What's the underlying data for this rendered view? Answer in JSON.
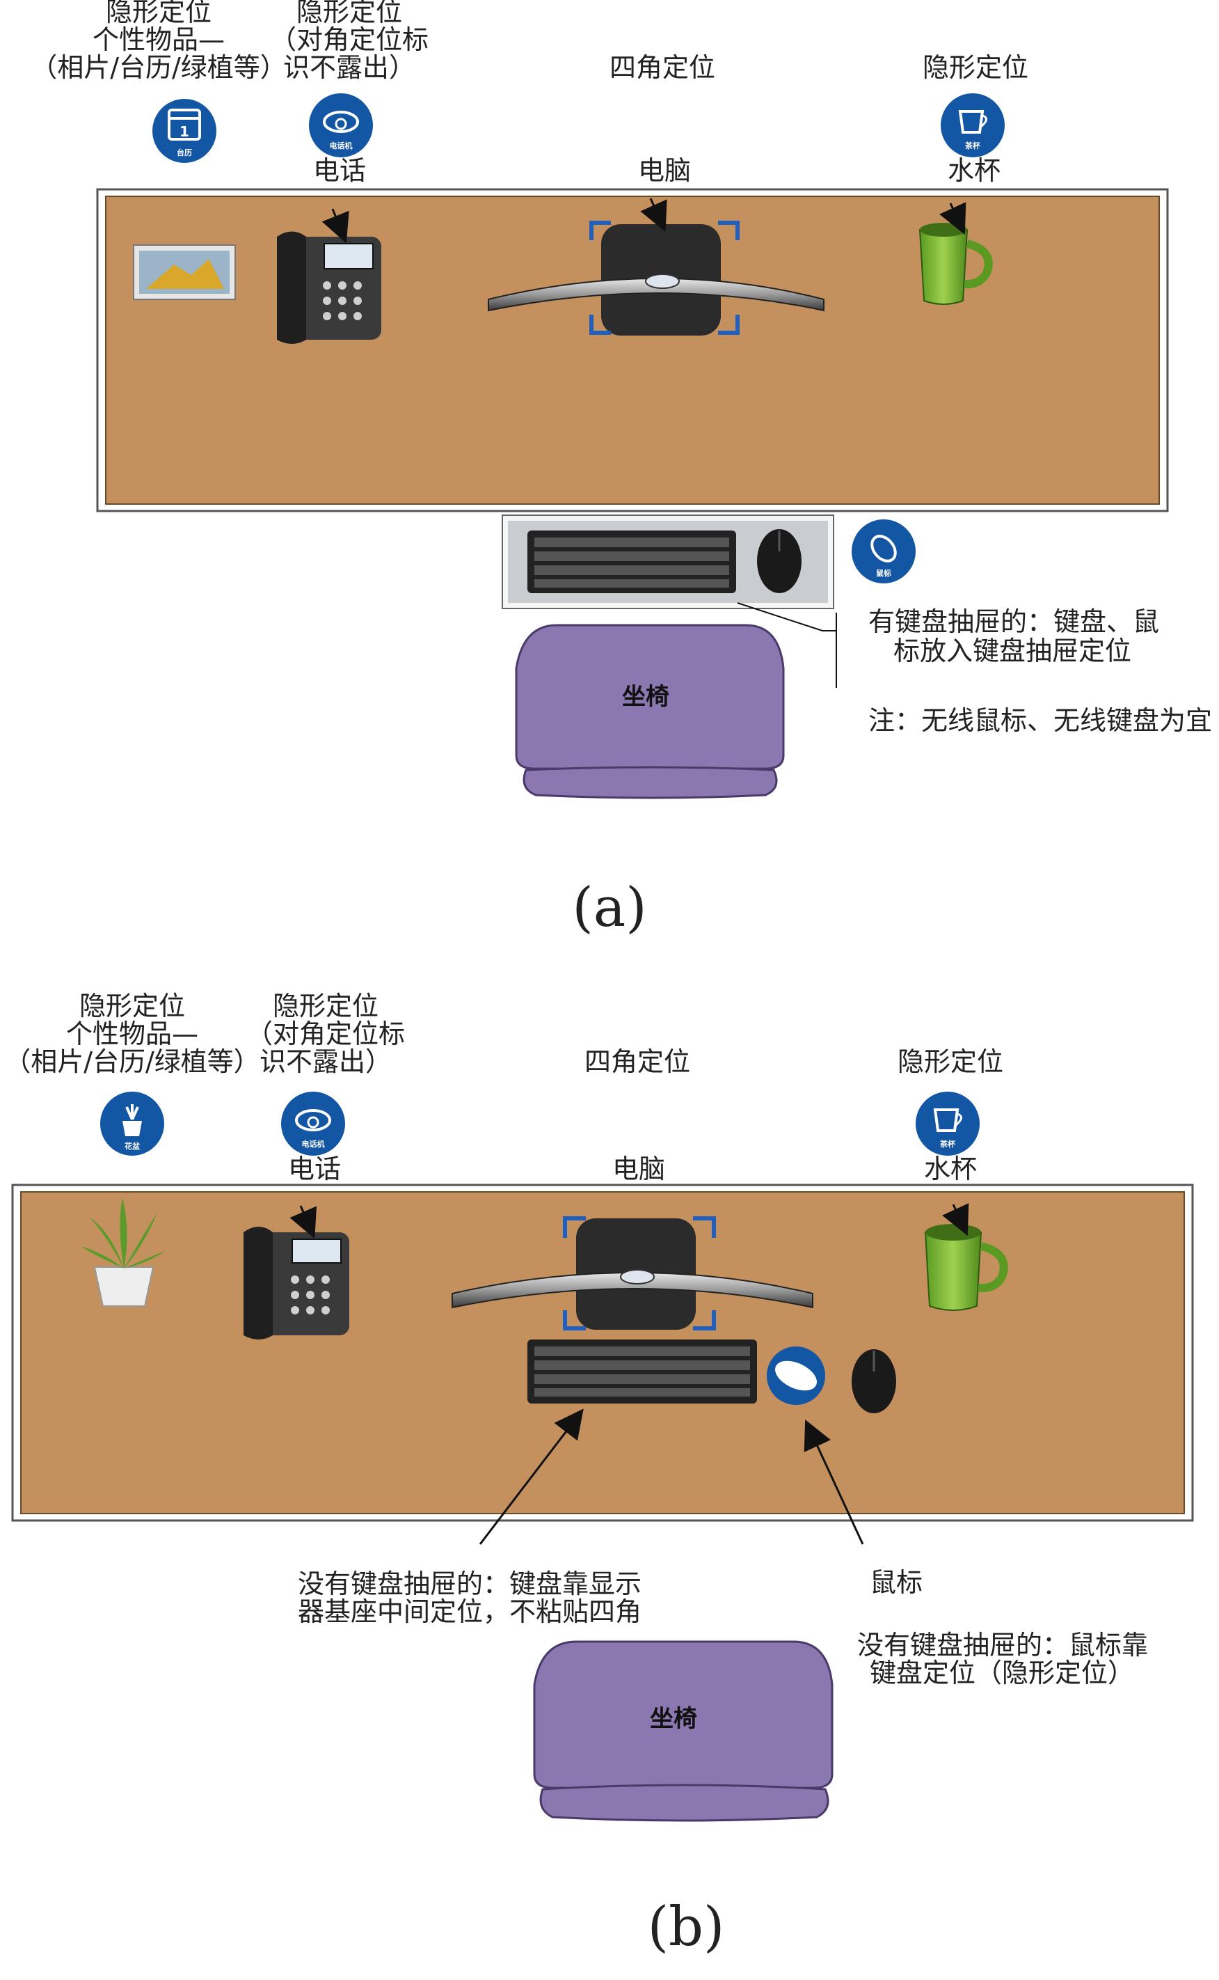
{
  "panel_a": {
    "caption": "(a)",
    "labels": {
      "personal_title": "隐形定位",
      "personal_line2": "个性物品—",
      "personal_line3": "（相片/台历/绿植等）",
      "phone_title": "隐形定位",
      "phone_line2": "（对角定位标",
      "phone_line3": "识不露出）",
      "computer_title": "四角定位",
      "cup_title": "隐形定位",
      "phone_name": "电话",
      "computer_name": "电脑",
      "cup_name": "水杯",
      "drawer_note_1": "有键盘抽屉的：键盘、鼠",
      "drawer_note_2": "标放入键盘抽屉定位",
      "wireless_note": "注：无线鼠标、无线键盘为宜",
      "chair": "坐椅"
    },
    "badges": {
      "calendar": "台历",
      "phone": "电话机",
      "cup": "茶杯",
      "mouse": "鼠标"
    }
  },
  "panel_b": {
    "caption": "(b)",
    "labels": {
      "personal_title": "隐形定位",
      "personal_line2": "个性物品—",
      "personal_line3": "（相片/台历/绿植等）",
      "phone_title": "隐形定位",
      "phone_line2": "（对角定位标",
      "phone_line3": "识不露出）",
      "computer_title": "四角定位",
      "cup_title": "隐形定位",
      "phone_name": "电话",
      "computer_name": "电脑",
      "cup_name": "水杯",
      "keyboard_note_1": "没有键盘抽屉的：键盘靠显示",
      "keyboard_note_2": "器基座中间定位，不粘贴四角",
      "mouse_name": "鼠标",
      "mouse_note_1": "没有键盘抽屉的：鼠标靠",
      "mouse_note_2": "键盘定位（隐形定位）",
      "chair": "坐椅"
    },
    "badges": {
      "plant": "花盆",
      "phone": "电话机",
      "cup": "茶杯"
    }
  },
  "colors": {
    "desk": "#c4915e",
    "badge_blue": "#1356a3",
    "corner_blue": "#1f5fbf",
    "chair_purple": "#8b78b0",
    "cup_green": "#78b23a"
  }
}
